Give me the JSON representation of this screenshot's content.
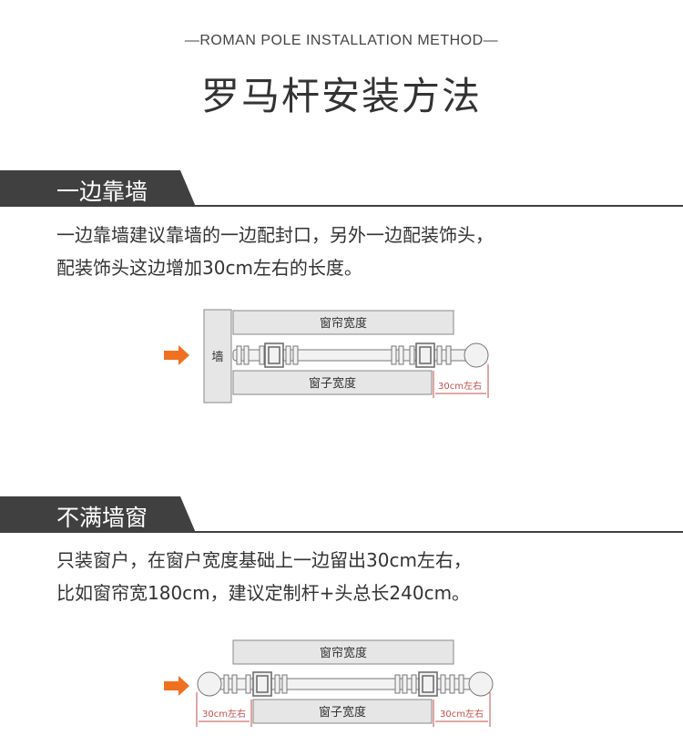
{
  "header": {
    "subtitle": "—ROMAN POLE INSTALLATION METHOD—",
    "title": "罗马杆安装方法"
  },
  "section1": {
    "heading": "一边靠墙",
    "line1": "一边靠墙建议靠墙的一边配封口，另外一边配装饰头，",
    "line2": "配装饰头这边增加30cm左右的长度。",
    "diagram": {
      "wall_label": "墙",
      "curtain_width": "窗帘宽度",
      "window_width": "窗子宽度",
      "extra": "30cm左右"
    }
  },
  "section2": {
    "heading": "不满墙窗",
    "line1": "只装窗户，在窗户宽度基础上一边留出30cm左右，",
    "line2": "比如窗帘宽180cm，建议定制杆+头总长240cm。",
    "diagram": {
      "curtain_width": "窗帘宽度",
      "window_width": "窗子宽度",
      "extra_left": "30cm左右",
      "extra_right": "30cm左右"
    }
  },
  "colors": {
    "header_bar": "#404040",
    "arrow": "#f07020",
    "measure": "#c0504d",
    "box_fill": "#e6e6e6",
    "box_stroke": "#888888"
  }
}
